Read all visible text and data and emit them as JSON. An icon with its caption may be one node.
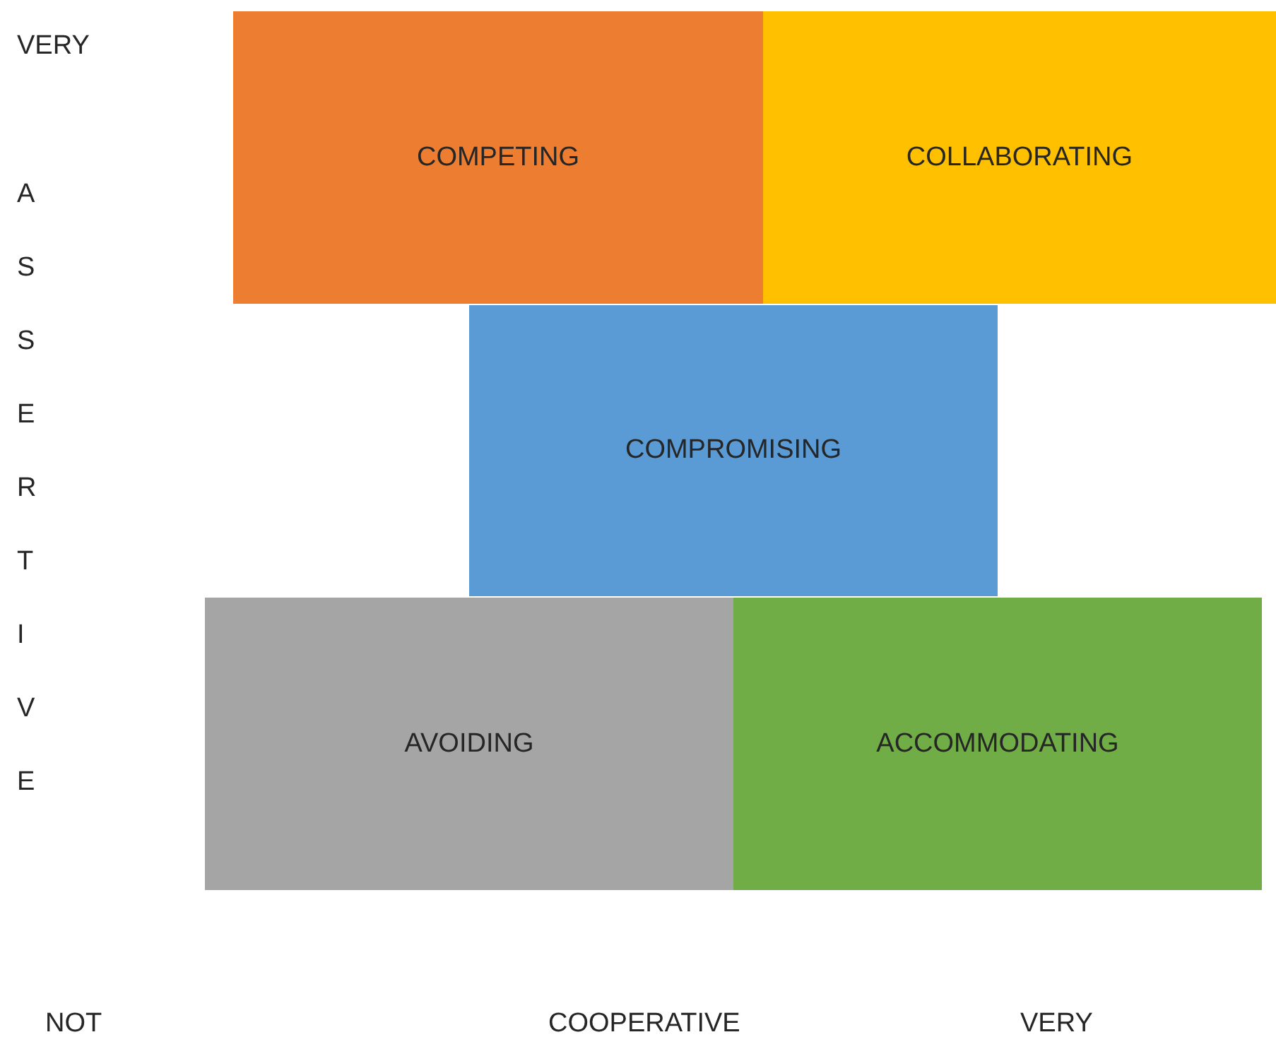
{
  "diagram": {
    "nodes": [
      {
        "text": [
          "COMPETING"
        ]
      },
      {
        "text": [
          "COLLABORATING"
        ]
      },
      {
        "text": [
          "COMPROMISING"
        ]
      },
      {
        "text": [
          "AVOIDING"
        ]
      },
      {
        "text": [
          "ACCOMMODATING"
        ]
      }
    ],
    "labels": [
      "VERY",
      "ASSERTIVE",
      "NOT",
      "COOPERATIVE",
      "VERY"
    ]
  }
}
